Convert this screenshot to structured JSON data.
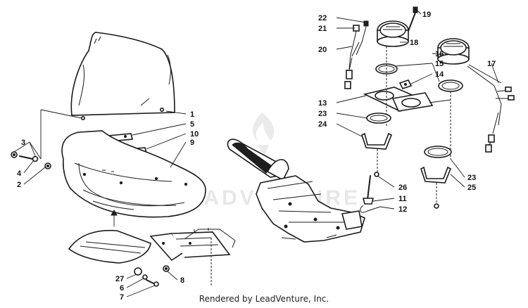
{
  "watermark": {
    "brand": "LEADVENTURE"
  },
  "footer": {
    "text": "Rendered by LeadVenture, Inc."
  },
  "callouts": [
    "1",
    "2",
    "3",
    "4",
    "5",
    "6",
    "7",
    "8",
    "9",
    "10",
    "11",
    "12",
    "13",
    "14",
    "15",
    "16",
    "17",
    "18",
    "19",
    "20",
    "21",
    "22",
    "23",
    "23",
    "24",
    "25",
    "26",
    "27"
  ]
}
